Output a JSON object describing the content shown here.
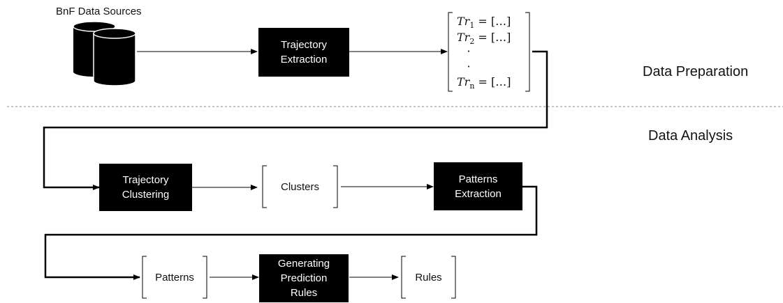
{
  "sources": {
    "label": "BnF Data Sources"
  },
  "sections": {
    "preparation": "Data Preparation",
    "analysis": "Data Analysis"
  },
  "steps": {
    "trajectory_extraction": [
      "Trajectory",
      "Extraction"
    ],
    "trajectory_clustering": [
      "Trajectory",
      "Clustering"
    ],
    "patterns_extraction": [
      "Patterns",
      "Extraction"
    ],
    "generating_rules": [
      "Generating",
      "Prediction",
      "Rules"
    ]
  },
  "outputs": {
    "clusters": "Clusters",
    "patterns": "Patterns",
    "rules": "Rules"
  },
  "trajectories": {
    "symbol": "Tr",
    "equals": "= […]",
    "rows": [
      {
        "sub": "1"
      },
      {
        "sub": "2"
      },
      {
        "sub": "n"
      }
    ],
    "ellipsis": [
      "·",
      "·"
    ]
  },
  "colors": {
    "box_fill": "#000000",
    "box_text": "#ffffff",
    "line": "#000000",
    "divider": "#888888"
  }
}
